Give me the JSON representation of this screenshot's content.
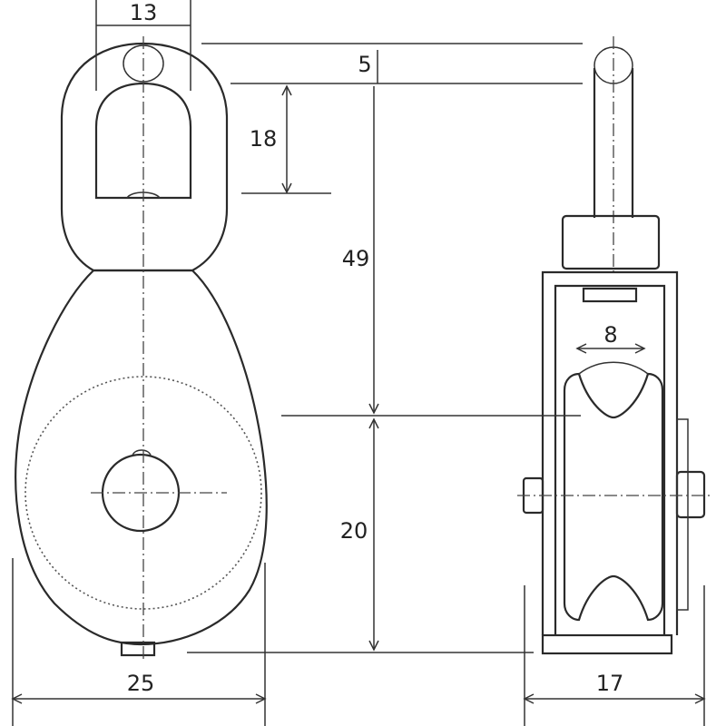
{
  "dimensions": {
    "top_width": "13",
    "eye_offset": "5",
    "eye_height": "18",
    "total_height": "49",
    "wheel_groove": "8",
    "lower_height": "20",
    "body_width": "25",
    "side_width": "17"
  }
}
